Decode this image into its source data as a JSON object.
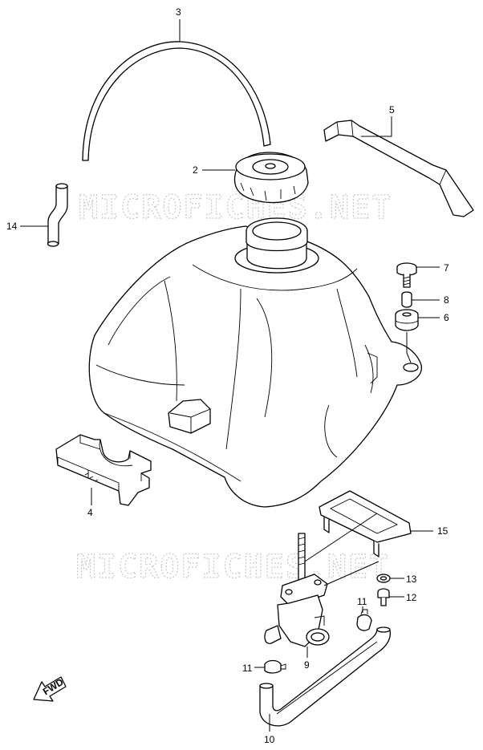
{
  "watermark": "MICROFICHES.NET",
  "fwd_label": "FWD",
  "callouts": {
    "hose": "3",
    "cap": "2",
    "strap": "5",
    "hose_small": "14",
    "bolt": "7",
    "collar": "8",
    "cushion": "6",
    "bracket": "4",
    "plate": "15",
    "washer": "13",
    "bolt_small": "12",
    "clamp_right": "11",
    "cock": "9",
    "clamp_left": "11",
    "hose_fuel": "10"
  }
}
